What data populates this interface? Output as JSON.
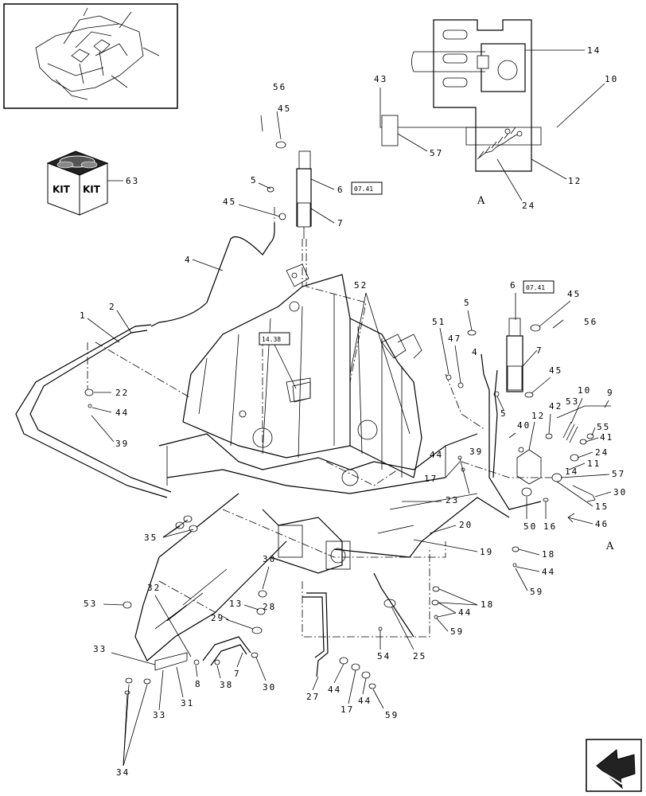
{
  "views": {
    "detail_a_letter": "A",
    "main_a_letter": "A"
  },
  "reference_boxes": [
    "07.41",
    "14.38",
    "07.41"
  ],
  "kit_icon": {
    "top": "KIT",
    "right": "KIT",
    "ref": "63"
  },
  "callouts": {
    "c56a": "56",
    "c45a": "45",
    "c5a": "5",
    "c6a": "6",
    "c45b": "45",
    "c7a": "7",
    "c4a": "4",
    "c43": "43",
    "c57a": "57",
    "c14a": "14",
    "c10a": "10",
    "c12a": "12",
    "c24a": "24",
    "c2": "2",
    "c1": "1",
    "c22": "22",
    "c44a": "44",
    "c39a": "39",
    "c52": "52",
    "c51": "51",
    "c47": "47",
    "c4b": "4",
    "c5b": "5",
    "c6b": "6",
    "c45c": "45",
    "c56b": "56",
    "c7b": "7",
    "c45d": "45",
    "c5c": "5",
    "c9": "9",
    "c10b": "10",
    "c53a": "53",
    "c42": "42",
    "c12b": "12",
    "c55": "55",
    "c41": "41",
    "c40": "40",
    "c24b": "24",
    "c11": "11",
    "c14b": "14",
    "c57b": "57",
    "c30a": "30",
    "c15": "15",
    "c50": "50",
    "c16": "16",
    "c46": "46",
    "c44b": "44",
    "c39b": "39",
    "c17a": "17",
    "c23": "23",
    "c20": "20",
    "c19": "19",
    "c18a": "18",
    "c44c": "44",
    "c59a": "59",
    "c35": "35",
    "c53b": "53",
    "c32": "32",
    "c13": "13",
    "c28": "28",
    "c30b": "30",
    "c29": "29",
    "c18b": "18",
    "c44d": "44",
    "c59b": "59",
    "c25": "25",
    "c54": "54",
    "c33a": "33",
    "c33b": "33",
    "c34": "34",
    "c31": "31",
    "c8": "8",
    "c38": "38",
    "c7c": "7",
    "c30c": "30",
    "c27": "27",
    "c44e": "44",
    "c17b": "17",
    "c44f": "44",
    "c59c": "59"
  }
}
